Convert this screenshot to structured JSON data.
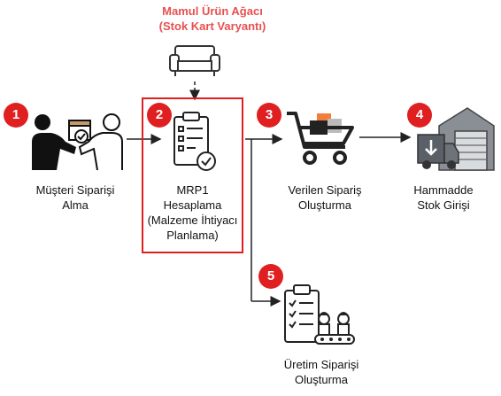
{
  "header": {
    "title_line1": "Mamul Ürün Ağacı",
    "title_line2": "(Stok Kart Varyantı)"
  },
  "steps": [
    {
      "number": "1",
      "label_line1": "Müşteri Siparişi",
      "label_line2": "Alma"
    },
    {
      "number": "2",
      "label_line1": "MRP1",
      "label_line2": "Hesaplama",
      "label_line3": "(Malzeme İhtiyacı",
      "label_line4": "Planlama)"
    },
    {
      "number": "3",
      "label_line1": "Verilen Sipariş",
      "label_line2": "Oluşturma"
    },
    {
      "number": "4",
      "label_line1": "Hammadde",
      "label_line2": "Stok Girişi"
    },
    {
      "number": "5",
      "label_line1": "Üretim Siparişi",
      "label_line2": "Oluşturma"
    }
  ],
  "icons": [
    "sofa-icon",
    "handover-package-icon",
    "clipboard-check-icon",
    "shopping-cart-icon",
    "warehouse-truck-icon",
    "production-checklist-icon"
  ],
  "colors": {
    "accent": "#e02020",
    "title": "#e8504f"
  }
}
